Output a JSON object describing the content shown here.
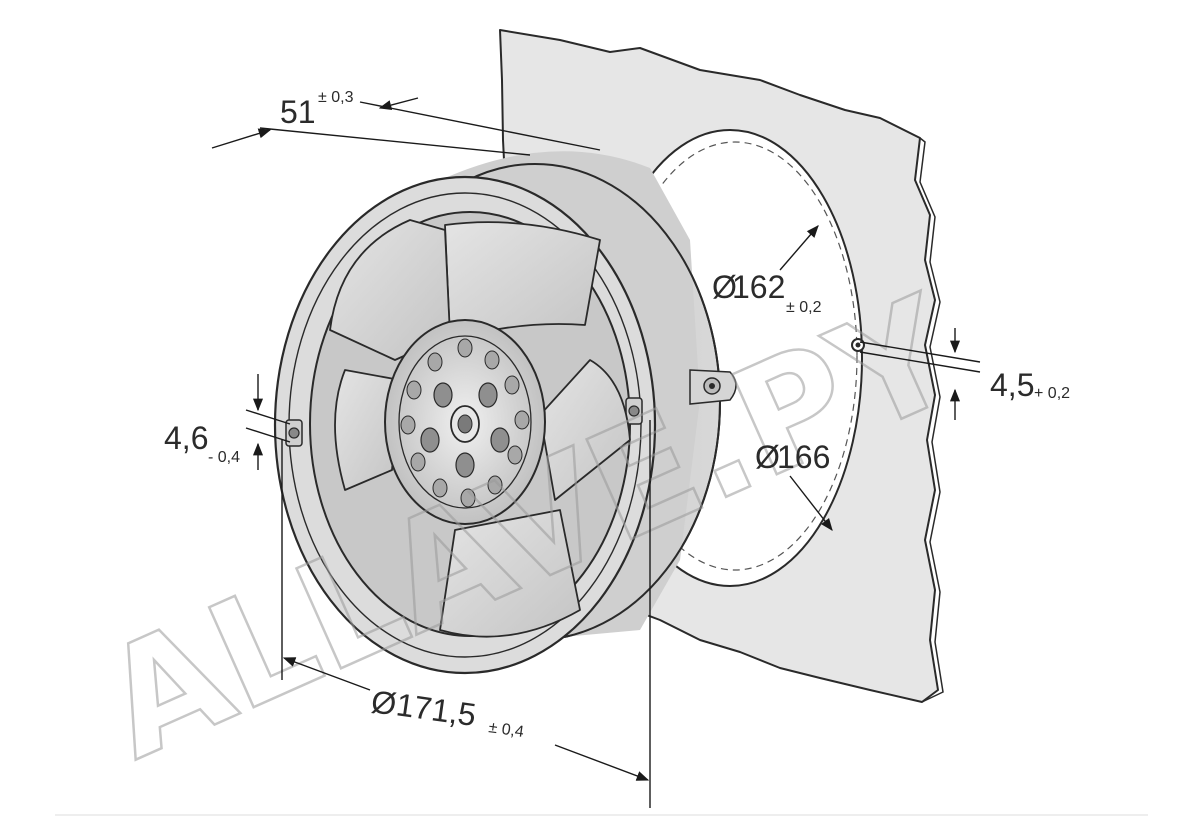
{
  "diagram": {
    "dimensions": {
      "depth": {
        "value": "51",
        "tolerance": "± 0,3"
      },
      "hole_diameter": {
        "symbol": "Ø",
        "value": "162",
        "tolerance": "± 0,2"
      },
      "cutout_diameter": {
        "symbol": "Ø",
        "value": "166"
      },
      "slot_width": {
        "value": "4,5",
        "tolerance": "+ 0,2"
      },
      "mount_hole": {
        "value": "4,6",
        "tolerance": "- 0,4"
      },
      "outer_diameter": {
        "symbol": "Ø",
        "value": "171,5",
        "tolerance": "± 0,4"
      }
    },
    "watermark": "ALLAVE.PY"
  }
}
